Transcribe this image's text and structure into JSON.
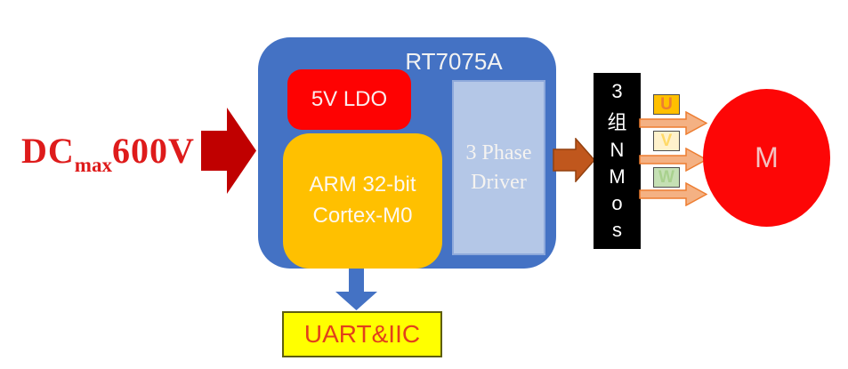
{
  "diagram": {
    "input": {
      "prefix": "DC",
      "subscript": "max",
      "suffix": "600V"
    },
    "chip": {
      "title": "RT7075A",
      "ldo_label": "5V LDO",
      "mcu_line1": "ARM 32-bit",
      "mcu_line2": "Cortex-M0",
      "driver_line1": "3 Phase",
      "driver_line2": "Driver"
    },
    "nmos": {
      "chars": [
        "3",
        "组",
        "N",
        "M",
        "o",
        "s"
      ]
    },
    "phases": [
      {
        "label": "U"
      },
      {
        "label": "V"
      },
      {
        "label": "W"
      }
    ],
    "motor": {
      "label": "M"
    },
    "comm": {
      "label": "UART&IIC"
    },
    "colors": {
      "input_text": "#DE1B1B",
      "input_arrow": "#C00000",
      "chip_body": "#4472C4",
      "ldo_fill": "#FE0202",
      "mcu_fill": "#FFC000",
      "driver_fill": "#B4C7E7",
      "driver_border": "#8EA9DB",
      "chip_to_nmos_arrow": "#C0571D",
      "nmos_fill": "#000000",
      "phase_arrow_fill": "#F4B183",
      "phase_arrow_border": "#ED7D31",
      "phase_u_fill": "#FFC000",
      "phase_u_text": "#ED7D31",
      "phase_v_fill": "#FFF2CC",
      "phase_v_text": "#FFD966",
      "phase_w_fill": "#C5E0B4",
      "phase_w_text": "#A9D18E",
      "motor_fill": "#FD0606",
      "motor_text": "#F4C2C2",
      "comm_arrow": "#4472C4",
      "comm_fill": "#FFFF00",
      "comm_text": "#E2401B"
    }
  }
}
